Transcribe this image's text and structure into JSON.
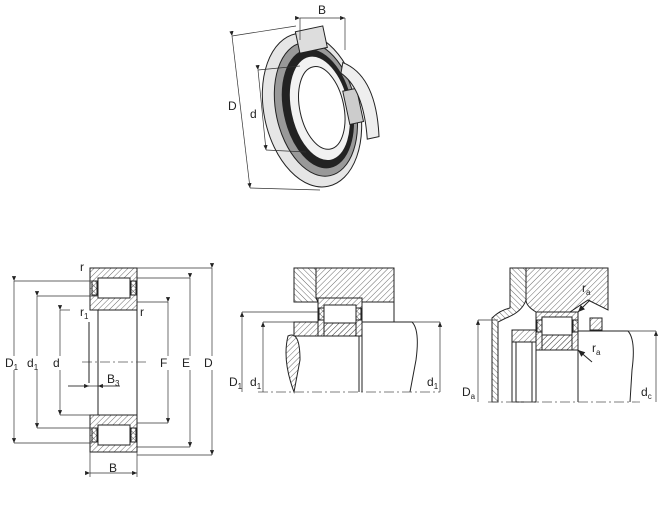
{
  "colors": {
    "line": "#222222",
    "background": "#ffffff"
  },
  "iso_view": {
    "B": {
      "main": "B"
    },
    "D": {
      "main": "D"
    },
    "d": {
      "main": "d"
    }
  },
  "section_view": {
    "r_top": {
      "main": "r"
    },
    "r1": {
      "main": "r",
      "sub": "1"
    },
    "r_right": {
      "main": "r"
    },
    "D1": {
      "main": "D",
      "sub": "1"
    },
    "d1": {
      "main": "d",
      "sub": "1"
    },
    "d": {
      "main": "d"
    },
    "B3": {
      "main": "B",
      "sub": "3"
    },
    "F": {
      "main": "F"
    },
    "E": {
      "main": "E"
    },
    "D": {
      "main": "D"
    },
    "B": {
      "main": "B"
    }
  },
  "mounting_view_1": {
    "D1": {
      "main": "D",
      "sub": "1"
    },
    "d1_left": {
      "main": "d",
      "sub": "1"
    },
    "d1_right": {
      "main": "d",
      "sub": "1"
    }
  },
  "mounting_view_2": {
    "ra_top": {
      "main": "r",
      "sub": "a"
    },
    "ra_bottom": {
      "main": "r",
      "sub": "a"
    },
    "Da": {
      "main": "D",
      "sub": "a"
    },
    "dc": {
      "main": "d",
      "sub": "c"
    }
  }
}
